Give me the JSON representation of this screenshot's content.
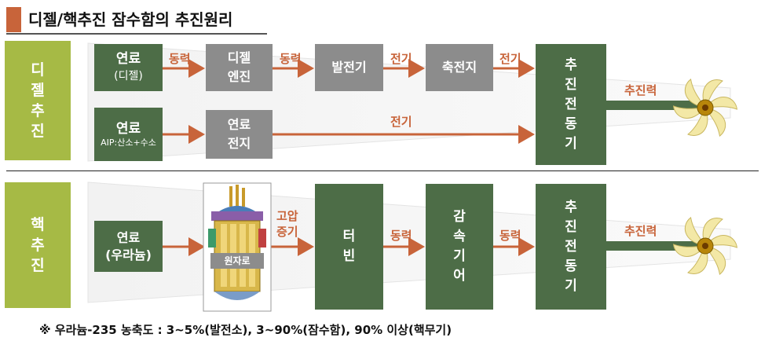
{
  "title": "디젤/핵추진 잠수함의 추진원리",
  "diesel": {
    "side_label": "디젤추진",
    "fuel1": {
      "line1": "연료",
      "line2": "(디젤)"
    },
    "engine": {
      "line1": "디젤",
      "line2": "엔진"
    },
    "generator": "발전기",
    "battery": "축전지",
    "fuel2": {
      "line1": "연료",
      "line2": "AIP:산소+수소"
    },
    "fuel_cell": {
      "line1": "연료",
      "line2": "전지"
    },
    "motor": "추진전동기",
    "labels": {
      "power1": "동력",
      "power2": "동력",
      "elec1": "전기",
      "elec2": "전기",
      "elec3": "전기",
      "thrust": "추진력"
    }
  },
  "nuclear": {
    "side_label": "핵추진",
    "fuel": {
      "line1": "연료",
      "line2": "(우라늄)"
    },
    "reactor_label": "원자로",
    "steam": {
      "line1": "고압",
      "line2": "증기"
    },
    "turbine": "터빈",
    "gear": "감속기어",
    "motor": "추진전동기",
    "labels": {
      "power1": "동력",
      "power2": "동력",
      "thrust": "추진력"
    }
  },
  "footnote": "※ 우라늄-235 농축도 : 3~5%(발전소), 3~90%(잠수함), 90% 이상(핵무기)",
  "colors": {
    "side_green": "#a6ba45",
    "box_green": "#4d6d47",
    "box_gray": "#8c8c8c",
    "arrow_orange": "#c8643a",
    "propeller": "#f3e8a6"
  }
}
